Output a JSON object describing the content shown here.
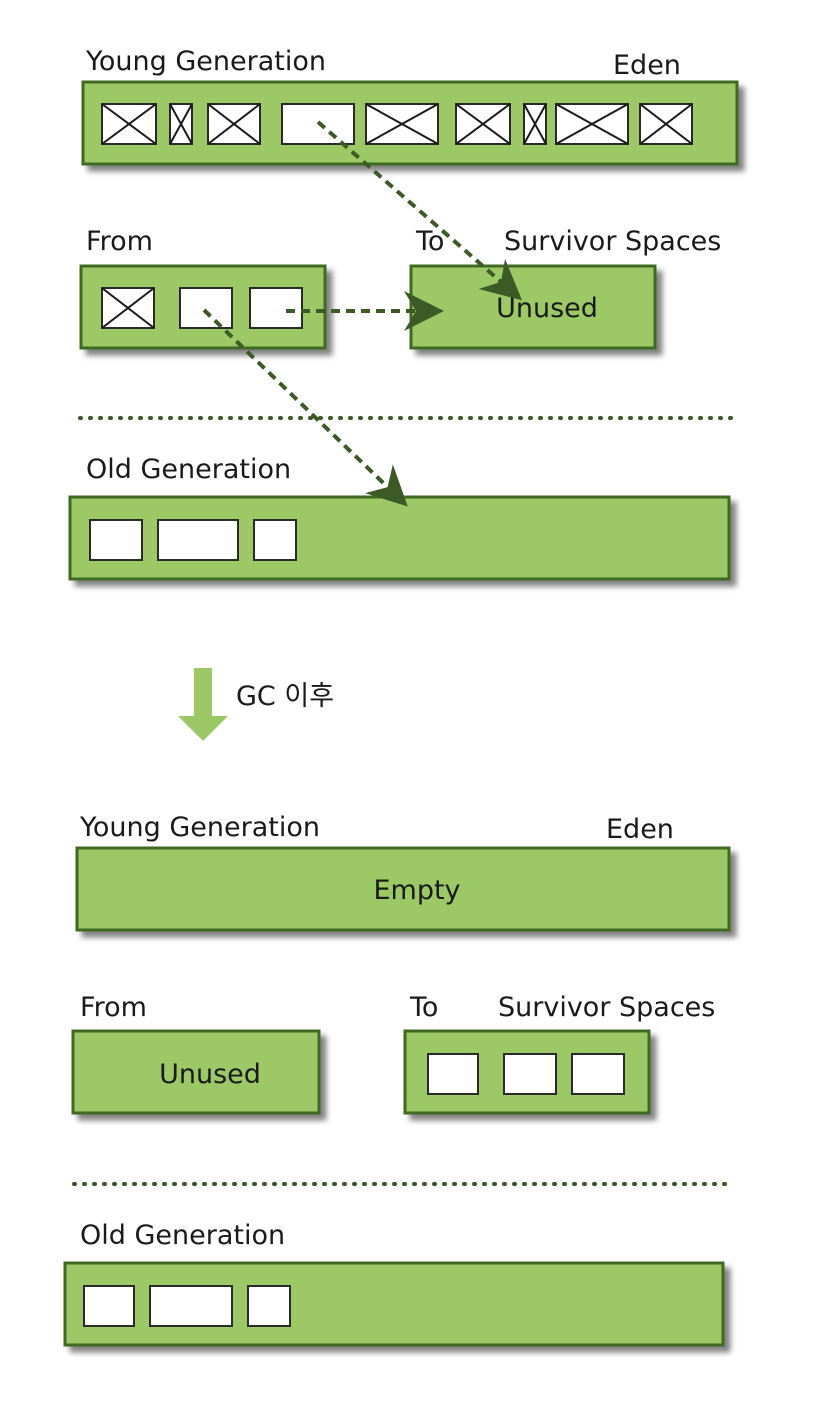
{
  "colors": {
    "region_fill": "#9dc866",
    "region_stroke": "#3f6a24",
    "arrow_dark": "#3c5a26",
    "arrow_light": "#9dc866",
    "shadow": "#5a5a5a"
  },
  "before": {
    "young_label": "Young Generation",
    "eden_label": "Eden",
    "from_label": "From",
    "to_label": "To",
    "survivor_label": "Survivor Spaces",
    "to_text": "Unused",
    "old_label": "Old Generation"
  },
  "transition": {
    "label": "GC 이후"
  },
  "after": {
    "young_label": "Young Generation",
    "eden_label": "Eden",
    "eden_text": "Empty",
    "from_label": "From",
    "from_text": "Unused",
    "to_label": "To",
    "survivor_label": "Survivor Spaces",
    "old_label": "Old Generation"
  }
}
